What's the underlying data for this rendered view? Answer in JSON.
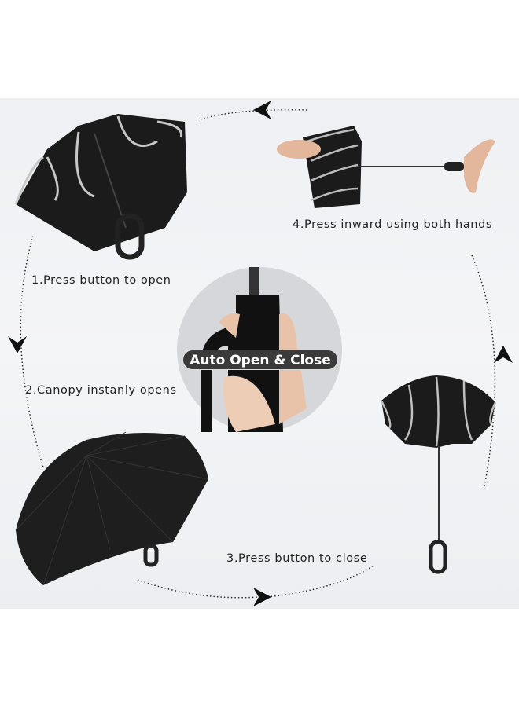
{
  "steps": [
    {
      "label": "1.Press button to open"
    },
    {
      "label": "2.Canopy instanly opens"
    },
    {
      "label": "3.Press button to close"
    },
    {
      "label": "4.Press inward using both hands"
    }
  ],
  "center_badge": "Auto Open & Close",
  "colors": {
    "canopy": "#1c1c1c",
    "trim": "#c8c8c8",
    "background_panel": "#f0f1f4",
    "badge": "#3a3a3a"
  }
}
